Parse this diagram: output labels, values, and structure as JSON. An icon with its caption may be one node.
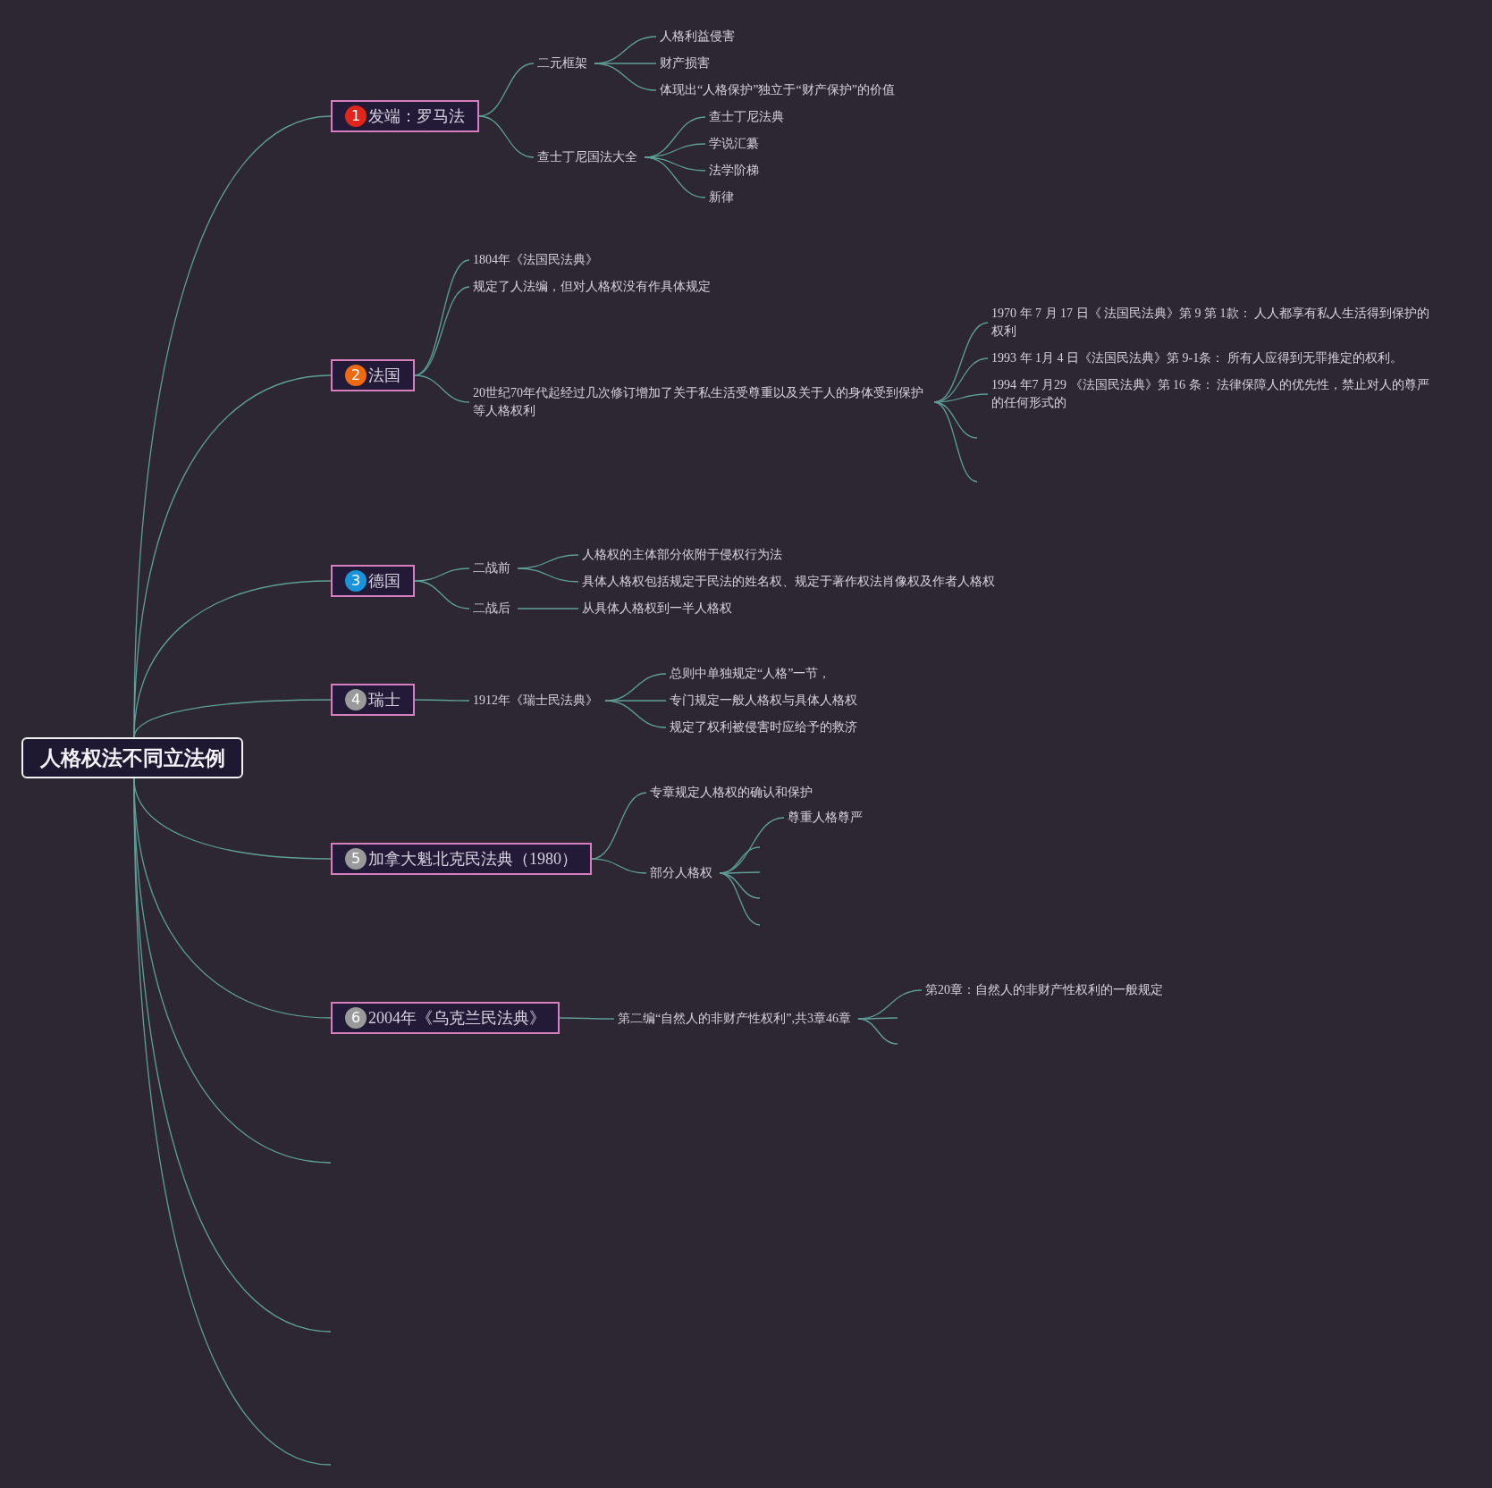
{
  "diagram": {
    "nodes": [
      {
        "text": [
          "人格权法不同立法例"
        ]
      },
      {
        "text": [
          "1",
          "发端：罗马法"
        ]
      },
      {
        "text": [
          "二元框架"
        ]
      },
      {
        "text": [
          "人格利益侵害"
        ]
      },
      {
        "text": [
          "财产损害"
        ]
      },
      {
        "text": [
          "体现出“人格保护”独立于“财产保护”的价值"
        ]
      },
      {
        "text": [
          "查士丁尼国法大全"
        ]
      },
      {
        "text": [
          "查士丁尼法典"
        ]
      },
      {
        "text": [
          "学说汇纂"
        ]
      },
      {
        "text": [
          "法学阶梯"
        ]
      },
      {
        "text": [
          "新律"
        ]
      },
      {
        "text": [
          "2",
          "法国"
        ]
      },
      {
        "text": [
          "1804年《法国民法典》"
        ]
      },
      {
        "text": [
          "规定了人法编，但对人格权没有作具体规定"
        ]
      },
      {
        "text": [
          "20世纪70年代起经过几次修订增加了关于私生活受尊重以及关于人的身体受到保护等人格权利"
        ]
      },
      {
        "text": [
          "1970 年 7 月 17 日《 法国民法典》第 9 第 1款： 人人都享有私人生活得到保护的权利"
        ]
      },
      {
        "text": [
          "1993 年 1月 4 日《法国民法典》第 9-1条： 所有人应得到无罪推定的权利。"
        ]
      },
      {
        "text": [
          "1994 年7 月29 《法国民法典》第 16 条： 法律保障人的优先性，禁止对人的尊严的任何形式的"
        ]
      },
      {
        "text": [
          "3",
          "德国"
        ]
      },
      {
        "text": [
          "二战前"
        ]
      },
      {
        "text": [
          "人格权的主体部分依附于侵权行为法"
        ]
      },
      {
        "text": [
          "具体人格权包括规定于民法的姓名权、规定于著作权法肖像权及作者人格权"
        ]
      },
      {
        "text": [
          "二战后"
        ]
      },
      {
        "text": [
          "从具体人格权到一半人格权"
        ]
      },
      {
        "text": [
          "4",
          "瑞士"
        ]
      },
      {
        "text": [
          "1912年《瑞士民法典》"
        ]
      },
      {
        "text": [
          "总则中单独规定“人格”一节，"
        ]
      },
      {
        "text": [
          "专门规定一般人格权与具体人格权"
        ]
      },
      {
        "text": [
          "规定了权利被侵害时应给予的救济"
        ]
      },
      {
        "text": [
          "5",
          "加拿大魁北克民法典（1980）"
        ]
      },
      {
        "text": [
          "专章规定人格权的确认和保护"
        ]
      },
      {
        "text": [
          "部分人格权"
        ]
      },
      {
        "text": [
          "尊重人格尊严"
        ]
      },
      {
        "text": [
          "6",
          "2004年《乌克兰民法典》"
        ]
      },
      {
        "text": [
          "第二编“自然人的非财产性权利”,共3章46章"
        ]
      },
      {
        "text": [
          "第20章：自然人的非财产性权利的一般规定"
        ]
      }
    ],
    "edges": [
      {
        "from": 0,
        "to": 1,
        "arrow": "none"
      },
      {
        "from": 0,
        "to": 11,
        "arrow": "none"
      },
      {
        "from": 0,
        "to": 18,
        "arrow": "none"
      },
      {
        "from": 0,
        "to": 24,
        "arrow": "none"
      },
      {
        "from": 0,
        "to": 29,
        "arrow": "none"
      },
      {
        "from": 0,
        "to": 33,
        "arrow": "none"
      },
      {
        "from": 0,
        "to": null,
        "arrow": "none"
      },
      {
        "from": 0,
        "to": null,
        "arrow": "none"
      },
      {
        "from": 0,
        "to": null,
        "arrow": "none"
      },
      {
        "from": 1,
        "to": 2,
        "arrow": "none"
      },
      {
        "from": 1,
        "to": 6,
        "arrow": "none"
      },
      {
        "from": 2,
        "to": 3,
        "arrow": "none"
      },
      {
        "from": 2,
        "to": 4,
        "arrow": "none"
      },
      {
        "from": 2,
        "to": 5,
        "arrow": "none"
      },
      {
        "from": 6,
        "to": 7,
        "arrow": "none"
      },
      {
        "from": 6,
        "to": 8,
        "arrow": "none"
      },
      {
        "from": 6,
        "to": 9,
        "arrow": "none"
      },
      {
        "from": 6,
        "to": 10,
        "arrow": "none"
      },
      {
        "from": 11,
        "to": 12,
        "arrow": "none"
      },
      {
        "from": 11,
        "to": 13,
        "arrow": "none"
      },
      {
        "from": 11,
        "to": 14,
        "arrow": "none"
      },
      {
        "from": 14,
        "to": 15,
        "arrow": "none"
      },
      {
        "from": 14,
        "to": 16,
        "arrow": "none"
      },
      {
        "from": 14,
        "to": 17,
        "arrow": "none"
      },
      {
        "from": 14,
        "to": null,
        "arrow": "none"
      },
      {
        "from": 14,
        "to": null,
        "arrow": "none"
      },
      {
        "from": 18,
        "to": 19,
        "arrow": "none"
      },
      {
        "from": 18,
        "to": 22,
        "arrow": "none"
      },
      {
        "from": 19,
        "to": 20,
        "arrow": "none"
      },
      {
        "from": 19,
        "to": 21,
        "arrow": "none"
      },
      {
        "from": 22,
        "to": 23,
        "arrow": "none"
      },
      {
        "from": 24,
        "to": 25,
        "arrow": "none"
      },
      {
        "from": 25,
        "to": 26,
        "arrow": "none"
      },
      {
        "from": 25,
        "to": 27,
        "arrow": "none"
      },
      {
        "from": 25,
        "to": 28,
        "arrow": "none"
      },
      {
        "from": 29,
        "to": 30,
        "arrow": "none"
      },
      {
        "from": 29,
        "to": 31,
        "arrow": "none"
      },
      {
        "from": 31,
        "to": 32,
        "arrow": "none"
      },
      {
        "from": 31,
        "to": null,
        "arrow": "none"
      },
      {
        "from": 31,
        "to": null,
        "arrow": "none"
      },
      {
        "from": 31,
        "to": null,
        "arrow": "none"
      },
      {
        "from": 31,
        "to": null,
        "arrow": "none"
      },
      {
        "from": 33,
        "to": 34,
        "arrow": "none"
      },
      {
        "from": 34,
        "to": 35,
        "arrow": "none"
      },
      {
        "from": 34,
        "to": null,
        "arrow": "none"
      },
      {
        "from": 34,
        "to": null,
        "arrow": "none"
      }
    ]
  }
}
